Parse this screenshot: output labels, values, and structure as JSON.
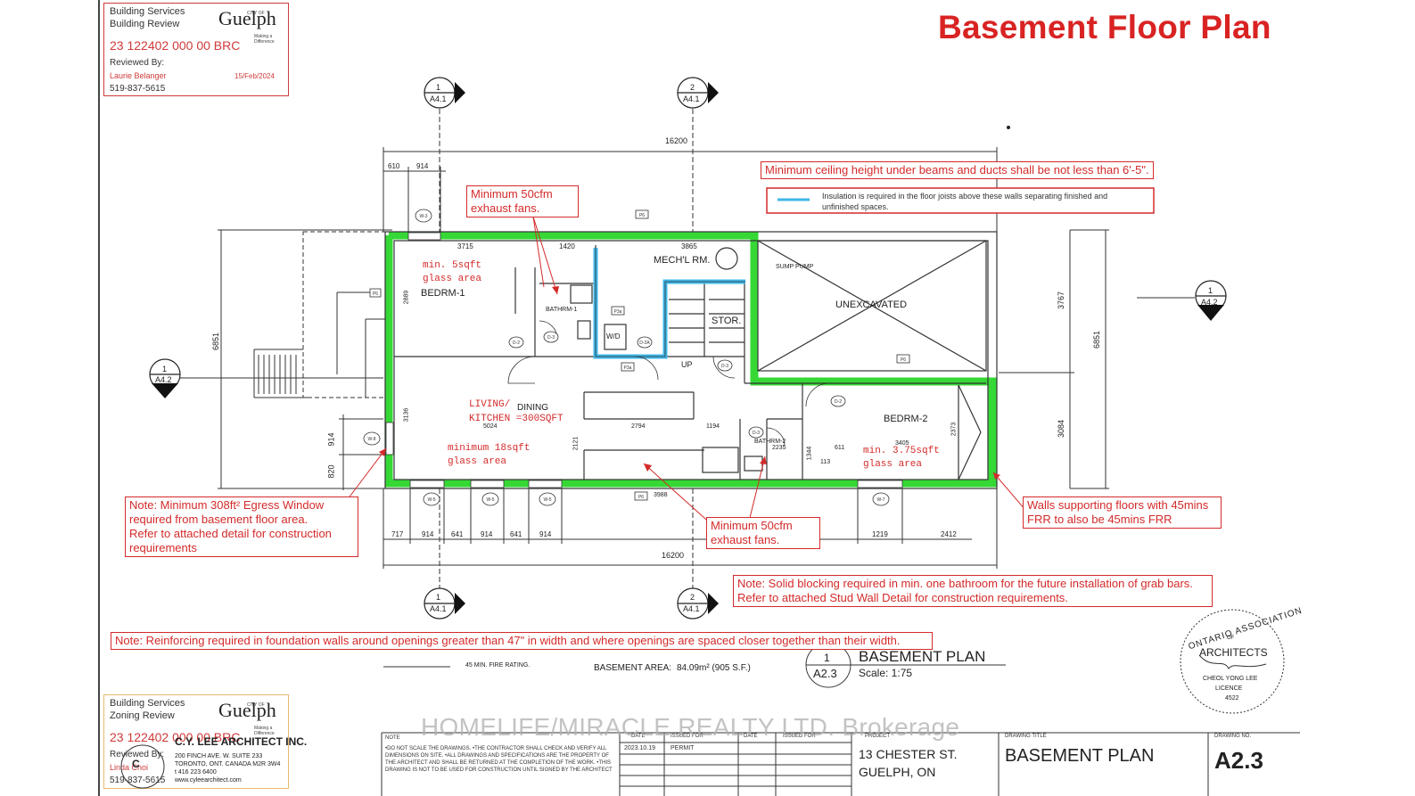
{
  "title": "Basement Floor Plan",
  "stamp_top": {
    "line1": "Building Services",
    "line2": "Building Review",
    "logo_city": "CITY OF",
    "logo_name": "Guelph",
    "logo_caption": "Making a Difference",
    "file_no": "23 122402 000 00 BRC",
    "reviewed_label": "Reviewed By:",
    "reviewer": "Laurie Belanger",
    "date": "15/Feb/2024",
    "phone": "519-837-5615"
  },
  "stamp_bottom": {
    "line1": "Building Services",
    "line2": "Zoning Review",
    "logo_city": "CITY OF",
    "logo_name": "Guelph",
    "logo_caption": "Making a Difference",
    "file_no": "23 122402 000 00 BRC",
    "reviewed_label": "Reviewed By:",
    "reviewer": "Linda Choi",
    "phone": "519-837-5615"
  },
  "notes": {
    "ceiling": "Minimum ceiling height under beams and ducts shall be not less than 6'-5\".",
    "insulation": "Insulation is required in the floor joists above these walls separating finished and unfinished spaces.",
    "exhaust_top": "Minimum 50cfm\nexhaust fans.",
    "exhaust_bottom": "Minimum 50cfm\nexhaust fans.",
    "egress": "Note: Minimum 308ft² Egress Window\nrequired from basement floor area.\nRefer to attached detail for construction\nrequirements",
    "walls_frr": "Walls supporting floors with 45mins\nFRR to also be 45mins FRR",
    "blocking": "Note: Solid blocking required in min. one bathroom for the future installation of grab bars.\nRefer to attached Stud Wall Detail for construction requirements.",
    "reinforcing": "Note: Reinforcing required in foundation walls around openings greater than 47\" in width and where openings are spaced closer together than their width."
  },
  "plan_labels": {
    "bedrm1": "BEDRM-1",
    "bedrm2": "BEDRM-2",
    "mech": "MECH'L RM.",
    "stor": "STOR.",
    "unexcavated": "UNEXCAVATED",
    "bathrm1": "BATHRM-1",
    "bathrm2": "BATHRM-2",
    "wd": "W/D",
    "up": "UP",
    "sump": "SUMP PUMP",
    "dining": "DINING",
    "living": "LIVING/",
    "kitchen": "KITCHEN =300SQFT",
    "glass_b1": "min. 5sqft\nglass area",
    "glass_liv": "minimum 18sqft\nglass area",
    "glass_b2": "min. 3.75sqft\nglass area"
  },
  "dimensions": {
    "overall_top": "16200",
    "overall_bottom": "16200",
    "top_610": "610",
    "top_914": "914",
    "d3715": "3715",
    "d1420": "1420",
    "d3865": "3865",
    "d2889": "2889",
    "d3136": "3136",
    "d6851_left": "6851",
    "d6851_right": "6851",
    "d3767": "3767",
    "d3084": "3084",
    "d914_left": "914",
    "d820": "820",
    "d5024": "5024",
    "d2794": "2794",
    "d1194": "1194",
    "d3405": "3405",
    "d2235": "2235",
    "d611": "611",
    "d1344": "1344",
    "d113": "113",
    "d2121": "2121",
    "d3988": "3988",
    "d2373": "2373",
    "bottom_dims": [
      "717",
      "914",
      "641",
      "914",
      "641",
      "914"
    ],
    "d1219": "1219",
    "d2412": "2412"
  },
  "section_markers": [
    {
      "num": "1",
      "ref": "A4.1"
    },
    {
      "num": "2",
      "ref": "A4.1"
    },
    {
      "num": "1",
      "ref": "A4.2"
    },
    {
      "num": "1",
      "ref": "A4.2"
    },
    {
      "num": "1",
      "ref": "A4.1"
    },
    {
      "num": "2",
      "ref": "A4.1"
    }
  ],
  "legend": {
    "fire_rating": "45 MIN. FIRE RATING.",
    "area_label": "BASEMENT AREA:",
    "area_value": "84.09m² (905 S.F.)"
  },
  "plan_title": {
    "num": "1",
    "sheet": "A2.3",
    "name": "BASEMENT PLAN",
    "scale": "Scale: 1:75"
  },
  "seal": {
    "arc_text": "ONTARIO ASSOCIATION",
    "of": "OF",
    "architects": "ARCHITECTS",
    "name": "CHEOL YONG LEE",
    "licence": "LICENCE",
    "number": "4522"
  },
  "title_block": {
    "firm": "C.Y. LEE ARCHITECT INC.",
    "address1": "200 FINCH AVE. W. SUITE 233",
    "address2": "TORONTO, ONT. CANADA M2R 3W4",
    "tel": "t 416 223 6400",
    "web": "www.cyleearchitect.com",
    "note_label": "NOTE",
    "note_text": "•DO NOT SCALE THE DRAWINGS.   •THE CONTRACTOR SHALL CHECK AND VERIFY ALL DIMENSIONS ON SITE.   •ALL DRAWINGS AND SPECIFICATIONS ARE THE PROPERTY OF THE ARCHITECT AND SHALL BE RETURNED AT THE COMPLETION OF THE WORK.   •THIS DRAWING IS NOT TO BE USED FOR CONSTRUCTION UNTIL SIGNED BY THE ARCHITECT",
    "date_h": "DATE",
    "issued_h": "ISSUED FOR",
    "date_h2": "DATE",
    "issued_h2": "ISSUED FOR",
    "row_date": "2023.10.19",
    "row_issued": "PERMIT",
    "project_h": "PROJECT",
    "project1": "13 CHESTER ST.",
    "project2": "GUELPH, ON",
    "drawing_title_h": "DRAWING TITLE",
    "drawing_title": "BASEMENT PLAN",
    "drawing_no_h": "DRAWING NO.",
    "drawing_no": "A2.3"
  },
  "watermark": "HOMELIFE/MIRACLE REALTY LTD. Brokerage",
  "colors": {
    "title_red": "#d92323",
    "note_red": "#d42a2a",
    "wall_green": "#35d835",
    "insulation_blue": "#3fb7e8"
  }
}
